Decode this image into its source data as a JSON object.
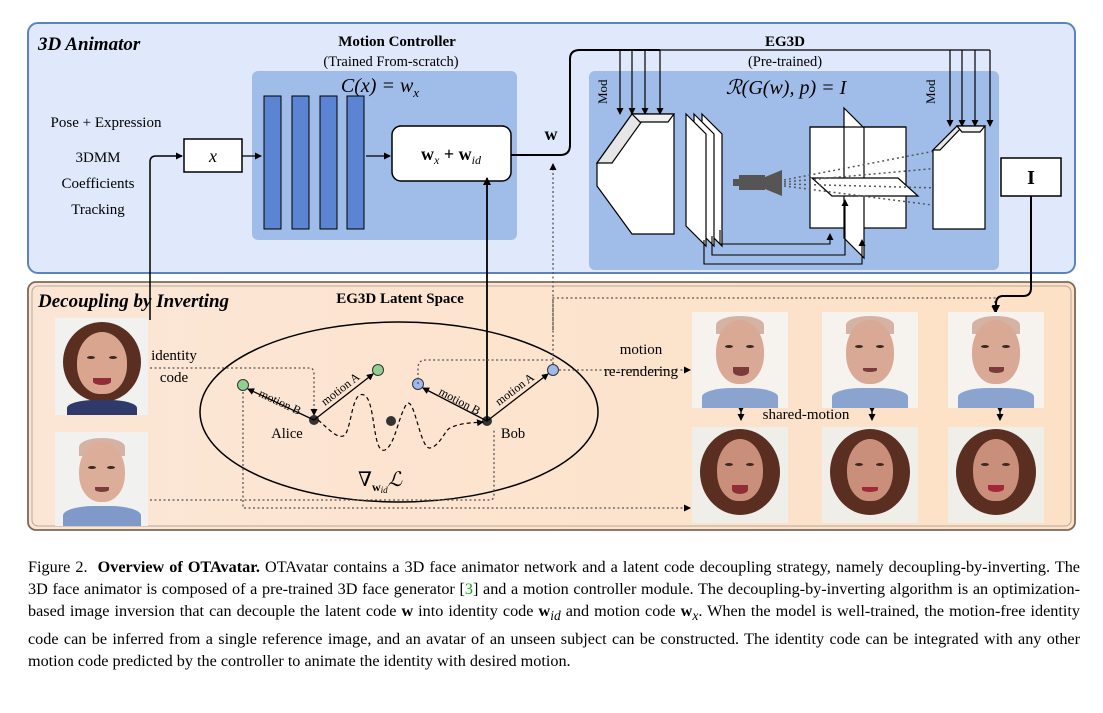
{
  "top_panel": {
    "title": "3D Animator"
  },
  "inputs": {
    "line1": "Pose + Expression",
    "line2": "3DMM",
    "line3": "Coefficients",
    "line4": "Tracking",
    "x_symbol": "x"
  },
  "motion_controller": {
    "title": "Motion Controller",
    "subtitle": "(Trained From-scratch)",
    "formula": "C(x) = w",
    "formula_sub": "x",
    "sum_a": "w",
    "sum_a_sub": "x",
    "sum_plus": " + w",
    "sum_b_sub": "id"
  },
  "w_symbol": "w",
  "eg3d": {
    "title": "EG3D",
    "subtitle": "(Pre-trained)",
    "formula": "ℛ(G(w), p) = I",
    "mod_left": "Mod",
    "mod_right": "Mod",
    "output": "I"
  },
  "bottom_panel": {
    "title": "Decoupling by Inverting",
    "latent_space": "EG3D Latent Space",
    "identity_line1": "identity",
    "identity_line2": "code",
    "motion_a_left": "motion A",
    "motion_b_left": "motion B",
    "motion_a_right": "motion A",
    "motion_b_right": "motion B",
    "alice": "Alice",
    "bob": "Bob",
    "gradient_symbol": "∇",
    "gradient_sub": "w",
    "gradient_subsub": "id",
    "gradient_L": "ℒ",
    "rerender_line1": "motion",
    "rerender_line2": "re-rendering",
    "shared_motion": "shared-motion"
  },
  "caption": {
    "label": "Figure 2.",
    "bold_title": "Overview of OTAvatar.",
    "text_1": " OTAvatar contains a 3D face animator network and a latent code decoupling strategy, namely decoupling-by-inverting. The 3D face animator is composed of a pre-trained 3D face generator [",
    "cite": "3",
    "text_2": "] and a motion controller module. The decoupling-by-inverting algorithm is an optimization-based image inversion that can decouple the latent code ",
    "sym_w": "w",
    "text_3": " into identity code ",
    "sym_wid": "w",
    "sym_wid_sub": "id",
    "text_4": " and motion code ",
    "sym_wx": "w",
    "sym_wx_sub": "x",
    "text_5": ". When the model is well-trained, the motion-free identity code can be inferred from a single reference image, and an avatar of an unseen subject can be constructed. The identity code can be integrated with any other motion code predicted by the controller to animate the identity with desired motion."
  },
  "colors": {
    "top_panel_bg": "#dfe9fb",
    "top_panel_border": "#5b84bf",
    "inner_panel": "#9fbde8",
    "layer_fill": "#5b85d2",
    "bottom_panel_bg": "#fde7d3",
    "bottom_panel_border": "#7a6a5a",
    "node_green": "#8fd08f",
    "node_blue": "#9fb8ee",
    "node_dark": "#333333",
    "cite_green": "#1aa11a"
  }
}
